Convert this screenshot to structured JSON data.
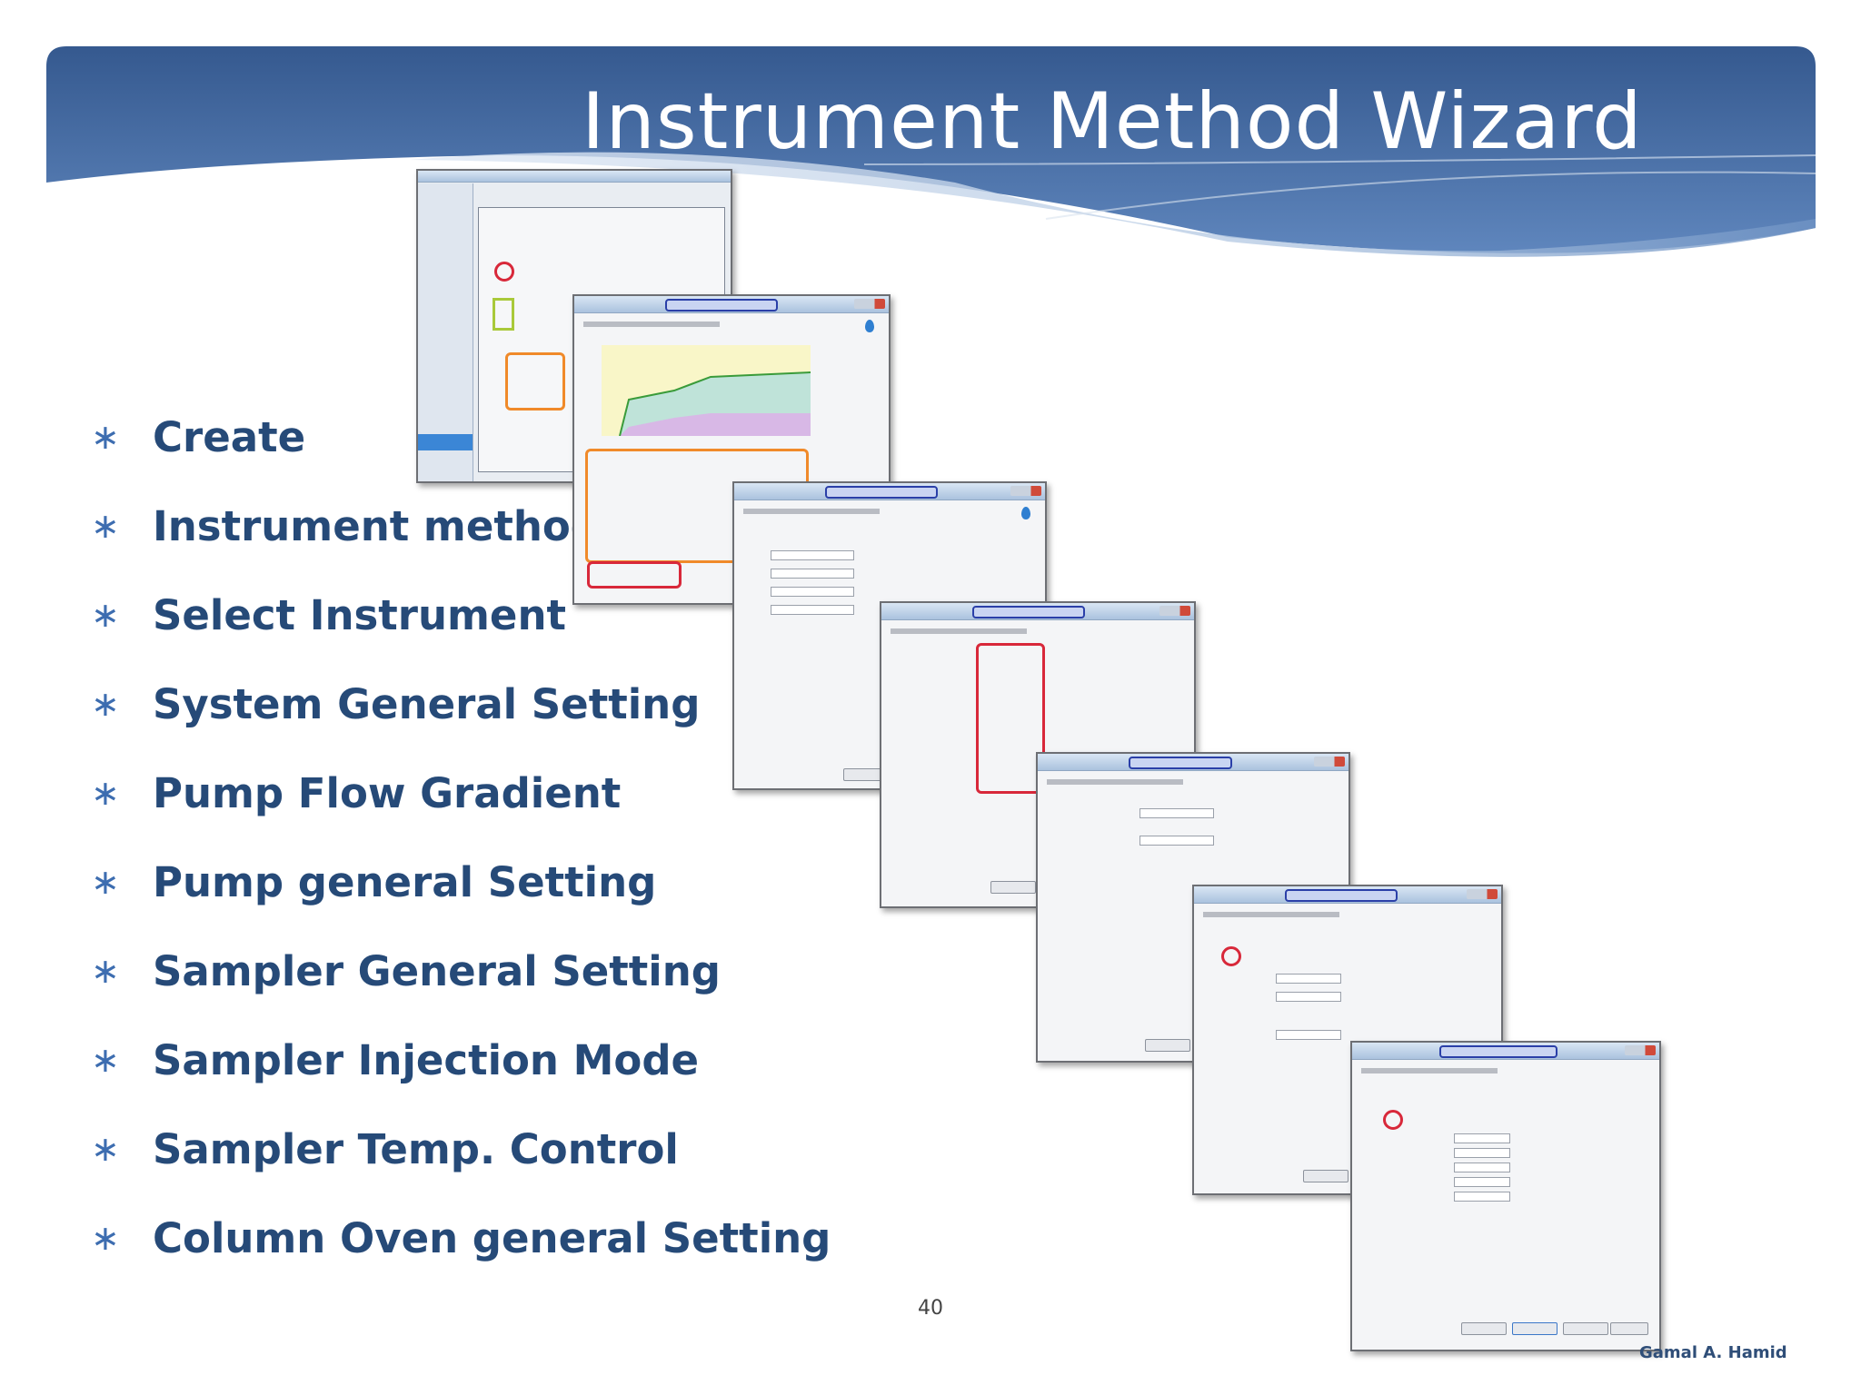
{
  "slide": {
    "title": "Instrument Method Wizard",
    "page_number": "40",
    "author": "Gamal A. Hamid"
  },
  "bullets": [
    "Create",
    "Instrument method",
    "Select Instrument",
    "System General Setting",
    "Pump Flow Gradient",
    "Pump general Setting",
    "Sampler General Setting",
    "Sampler Injection Mode",
    "Sampler Temp. Control",
    "Column Oven  general Setting"
  ],
  "colors": {
    "banner": "#3f6aa2",
    "title_text": "#ffffff",
    "bullet_text": "#264a78",
    "bullet_marker": "#3d6db0",
    "highlight_red": "#d8283a",
    "highlight_orange": "#f08a2a",
    "highlight_blue": "#2a3fa8"
  },
  "icons": {
    "bullet_marker": "asterisk-icon"
  }
}
